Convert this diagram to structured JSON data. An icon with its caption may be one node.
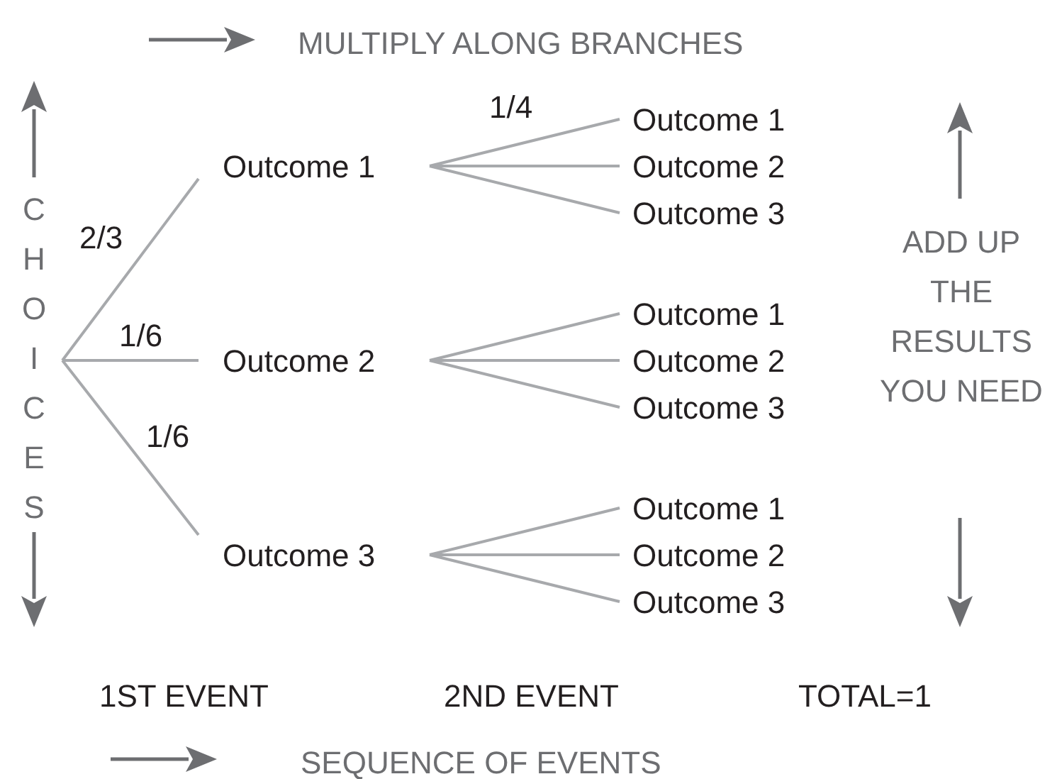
{
  "diagram": {
    "nodes": [
      {
        "text": [
          "Outcome 1"
        ]
      },
      {
        "text": [
          "Outcome 2"
        ]
      },
      {
        "text": [
          "Outcome 3"
        ]
      },
      {
        "text": [
          "Outcome 1"
        ]
      },
      {
        "text": [
          "Outcome 2"
        ]
      },
      {
        "text": [
          "Outcome 3"
        ]
      },
      {
        "text": [
          "Outcome 1"
        ]
      },
      {
        "text": [
          "Outcome 2"
        ]
      },
      {
        "text": [
          "Outcome 3"
        ]
      },
      {
        "text": [
          "Outcome 1"
        ]
      },
      {
        "text": [
          "Outcome 2"
        ]
      },
      {
        "text": [
          "Outcome 3"
        ]
      }
    ],
    "edges": [
      {
        "from": null,
        "to": 0,
        "arrow": "none",
        "label": "2/3"
      },
      {
        "from": null,
        "to": 1,
        "arrow": "none",
        "label": "1/6"
      },
      {
        "from": null,
        "to": 2,
        "arrow": "none",
        "label": "1/6"
      },
      {
        "from": 0,
        "to": 3,
        "arrow": "none",
        "label": "1/4"
      },
      {
        "from": 0,
        "to": 4,
        "arrow": "none"
      },
      {
        "from": 0,
        "to": 5,
        "arrow": "none"
      },
      {
        "from": 1,
        "to": 6,
        "arrow": "none"
      },
      {
        "from": 1,
        "to": 7,
        "arrow": "none"
      },
      {
        "from": 1,
        "to": 8,
        "arrow": "none"
      },
      {
        "from": 2,
        "to": 9,
        "arrow": "none"
      },
      {
        "from": 2,
        "to": 10,
        "arrow": "none"
      },
      {
        "from": 2,
        "to": 11,
        "arrow": "none"
      }
    ],
    "labels": [
      "MULTIPLY ALONG BRANCHES",
      "CHOICES",
      "ADD UP THE RESULTS YOU NEED",
      "1ST EVENT",
      "2ND EVENT",
      "TOTAL=1",
      "SEQUENCE OF EVENTS"
    ]
  }
}
